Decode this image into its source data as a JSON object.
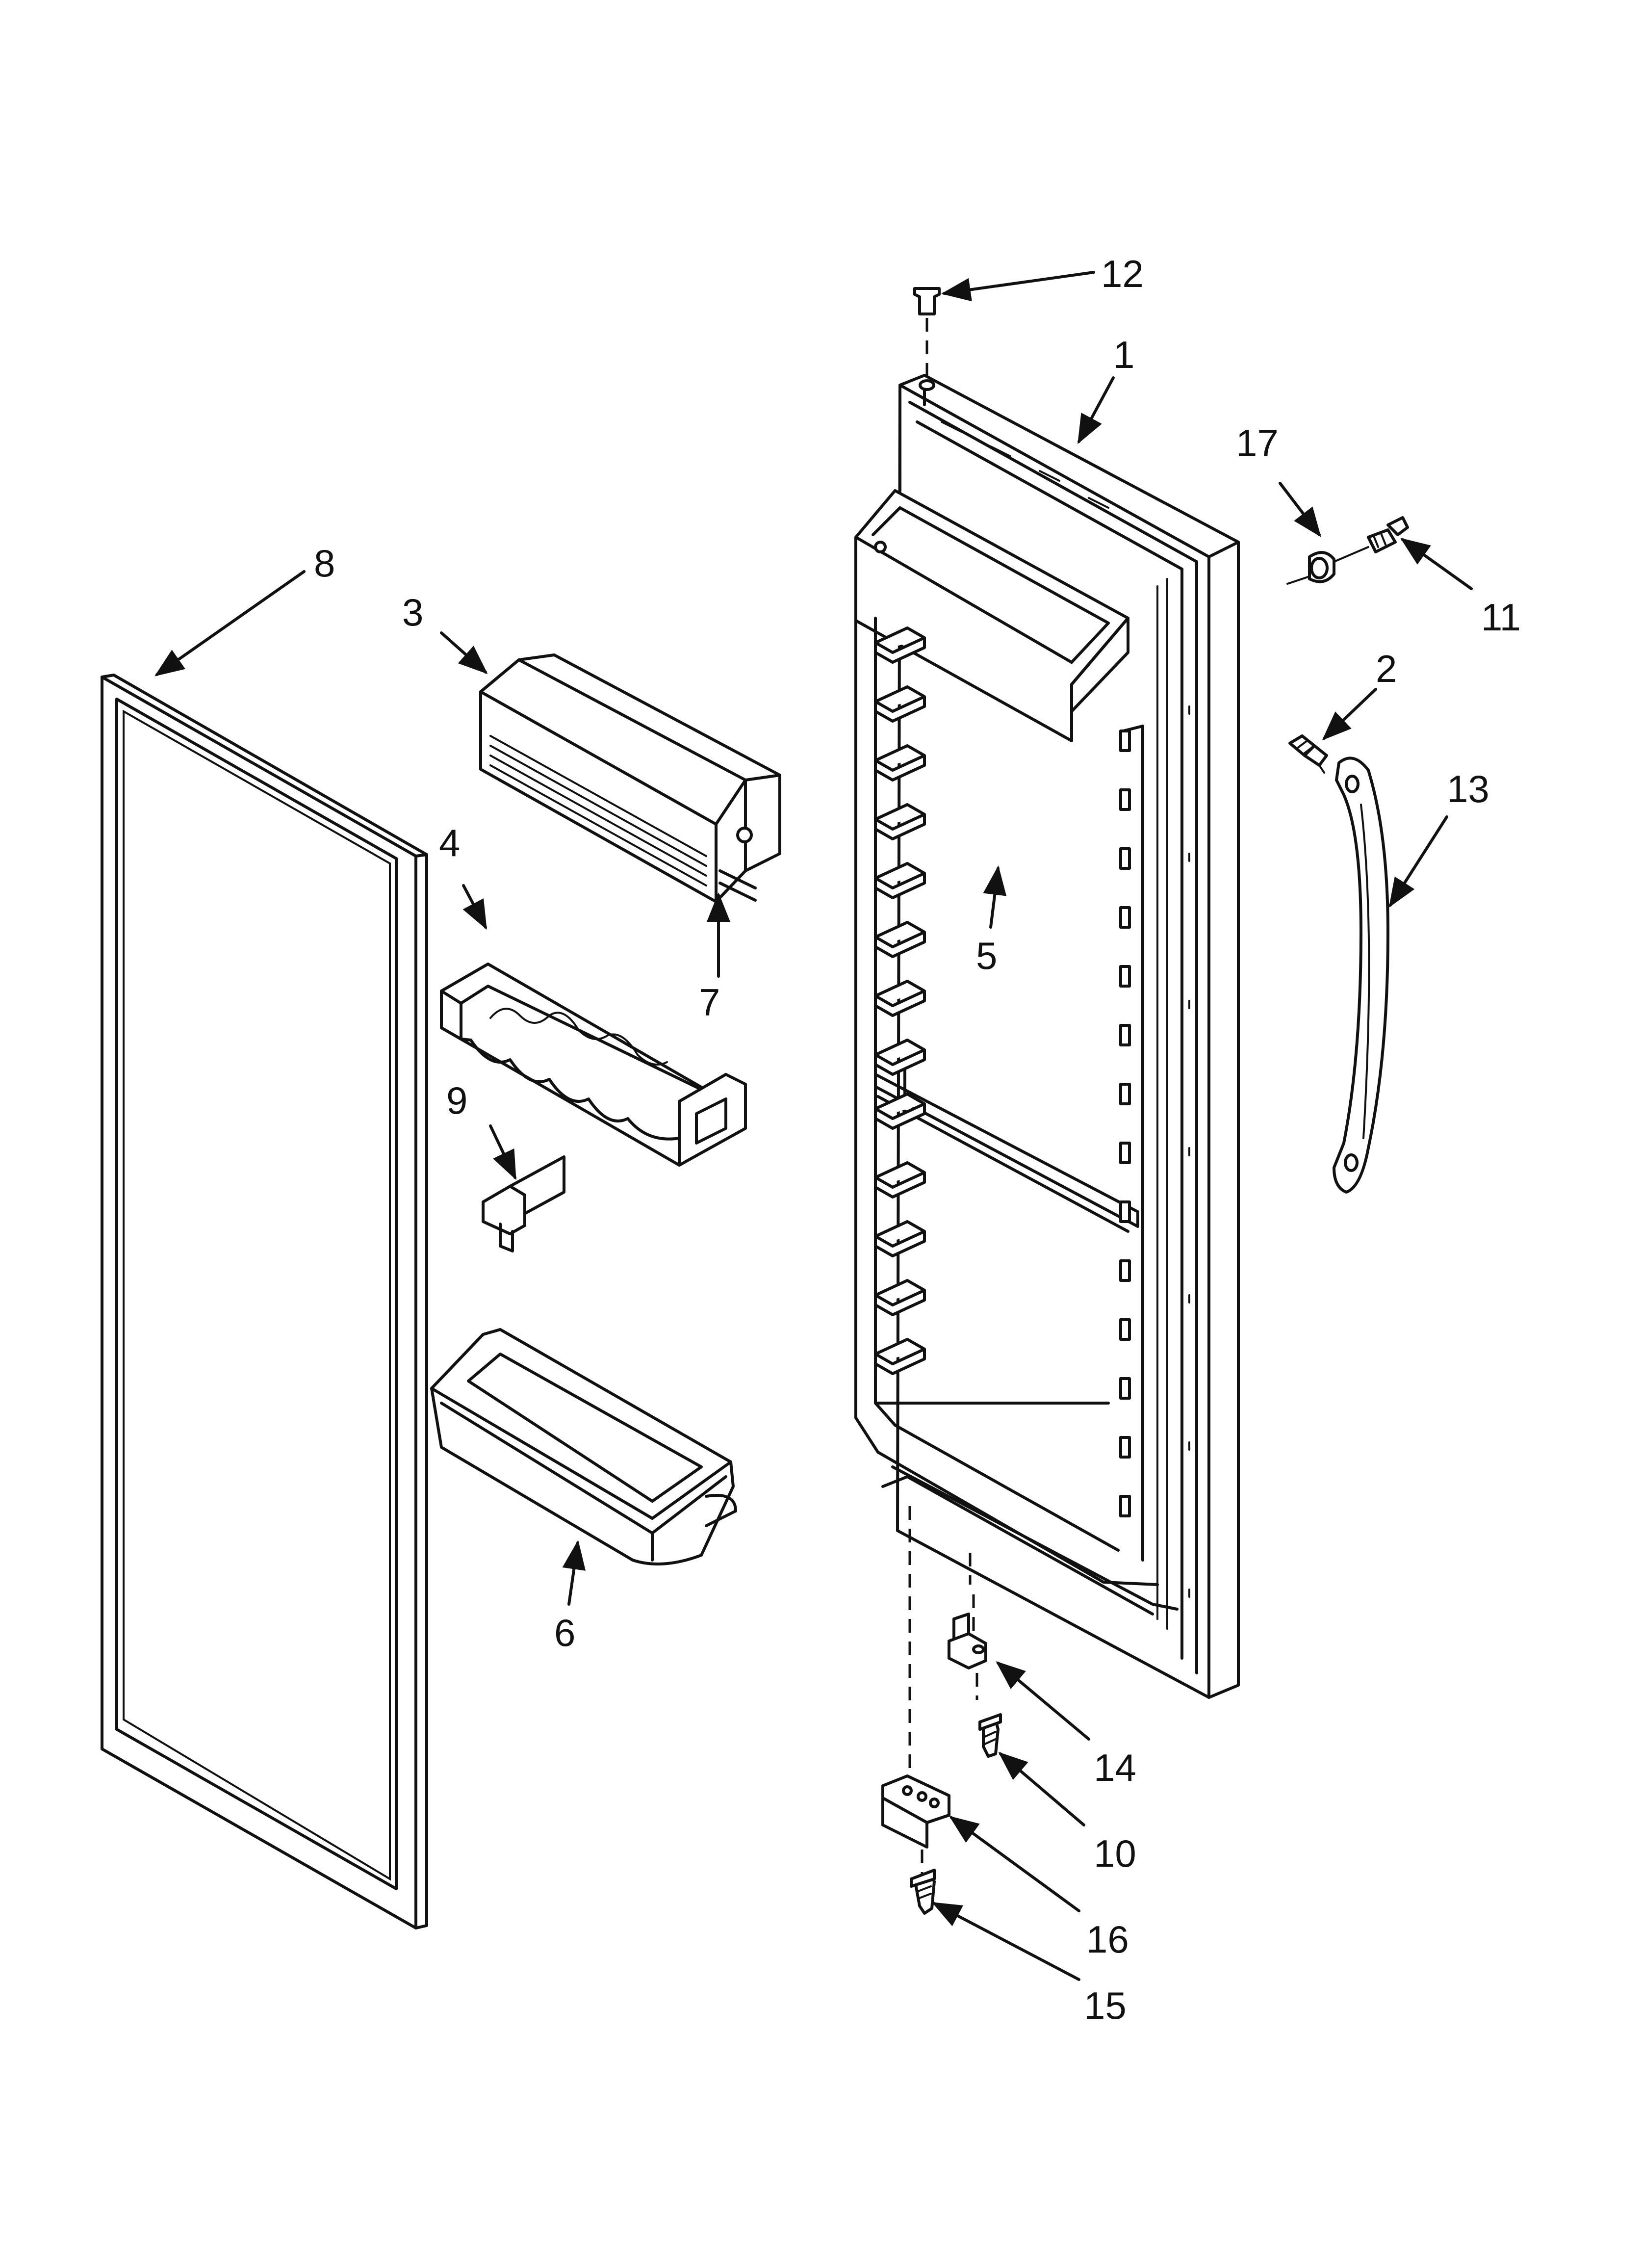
{
  "callouts": [
    {
      "id": "1",
      "label": "1"
    },
    {
      "id": "2",
      "label": "2"
    },
    {
      "id": "3",
      "label": "3"
    },
    {
      "id": "4",
      "label": "4"
    },
    {
      "id": "5",
      "label": "5"
    },
    {
      "id": "6",
      "label": "6"
    },
    {
      "id": "7",
      "label": "7"
    },
    {
      "id": "8",
      "label": "8"
    },
    {
      "id": "9",
      "label": "9"
    },
    {
      "id": "10",
      "label": "10"
    },
    {
      "id": "11",
      "label": "11"
    },
    {
      "id": "12",
      "label": "12"
    },
    {
      "id": "13",
      "label": "13"
    },
    {
      "id": "14",
      "label": "14"
    },
    {
      "id": "15",
      "label": "15"
    },
    {
      "id": "16",
      "label": "16"
    },
    {
      "id": "17",
      "label": "17"
    }
  ]
}
